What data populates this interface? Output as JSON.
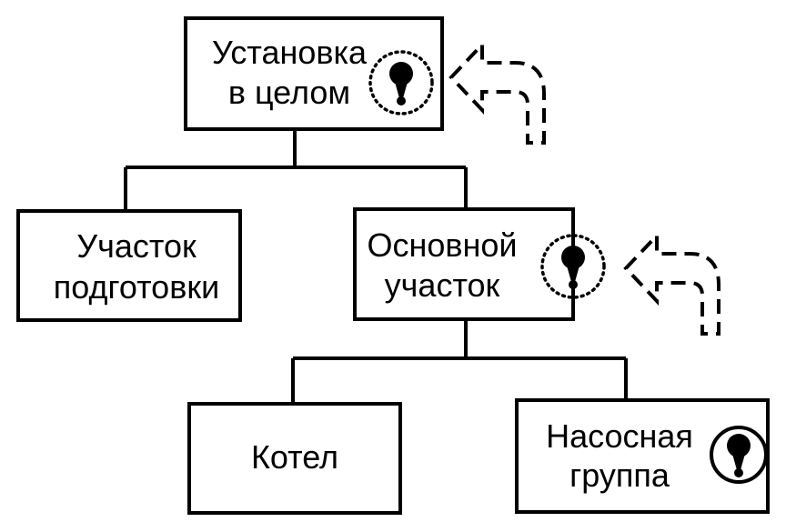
{
  "nodes": {
    "plant": {
      "line1": "Установка",
      "line2": "в целом"
    },
    "prep": {
      "line1": "Участок",
      "line2": "подготовки"
    },
    "main": {
      "line1": "Основной",
      "line2": "участок"
    },
    "boiler": {
      "line1": "Котел"
    },
    "pump": {
      "line1": "Насосная",
      "line2": "группа"
    }
  },
  "colors": {
    "stroke": "#000000",
    "background": "#ffffff"
  },
  "icons": {
    "marker": "keyhole-icon",
    "arrow": "curved-return-arrow-icon"
  }
}
